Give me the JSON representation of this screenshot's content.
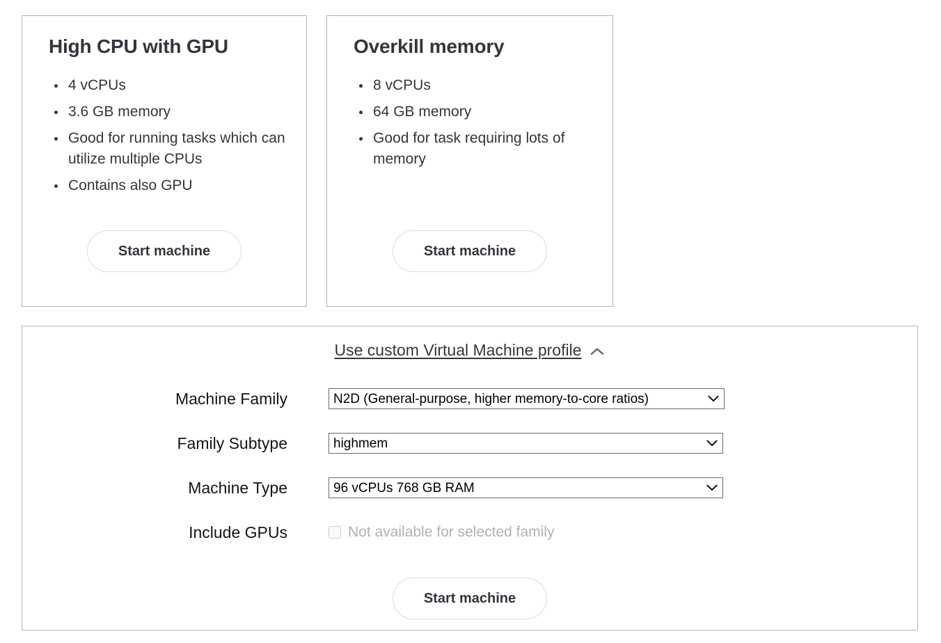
{
  "cards": [
    {
      "title": "High CPU with GPU",
      "specs": [
        "4 vCPUs",
        "3.6 GB memory",
        "Good for running tasks which can utilize multiple CPUs",
        "Contains also GPU"
      ],
      "button_label": "Start machine"
    },
    {
      "title": "Overkill memory",
      "specs": [
        "8 vCPUs",
        "64 GB memory",
        "Good for task requiring lots of memory"
      ],
      "button_label": "Start machine"
    }
  ],
  "custom_panel": {
    "toggle_label": "Use custom Virtual Machine profile",
    "toggle_icon": "chevron-up-icon",
    "expanded": true,
    "fields": {
      "machine_family": {
        "label": "Machine Family",
        "value": "N2D (General-purpose, higher memory-to-core ratios)",
        "icon": "chevron-down-icon"
      },
      "family_subtype": {
        "label": "Family Subtype",
        "value": "highmem",
        "icon": "chevron-down-icon"
      },
      "machine_type": {
        "label": "Machine Type",
        "value": "96 vCPUs 768 GB RAM",
        "icon": "chevron-down-icon"
      },
      "include_gpus": {
        "label": "Include GPUs",
        "checkbox_label": "Not available for selected family",
        "checked": false,
        "disabled": true
      }
    },
    "button_label": "Start machine"
  },
  "colors": {
    "text": "#32363d",
    "card_border": "#b3b3b5",
    "button_border": "#dcdcdc",
    "select_border": "#6b6b6b",
    "disabled_text": "#aeb2b7",
    "background": "#ffffff"
  }
}
